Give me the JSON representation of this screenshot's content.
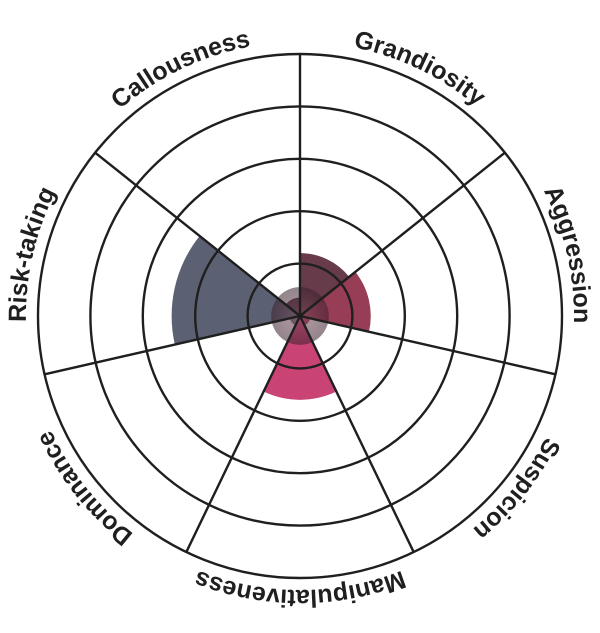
{
  "chart_data": {
    "type": "polar-area",
    "title": "",
    "axes": [
      "Grandiosity",
      "Aggression",
      "Suspicion",
      "Manipulativeness",
      "Dominance",
      "Risk-taking",
      "Callousness"
    ],
    "ring_count": 5,
    "max_level": 5,
    "values": [
      1.2,
      1.35,
      0.2,
      1.6,
      0.2,
      2.45,
      0.35
    ],
    "colors": {
      "Grandiosity": "#5a2a3a",
      "Aggression": "#8e2e48",
      "Suspicion": "#b0305a",
      "Manipulativeness": "#c43468",
      "Dominance": "#6a6f80",
      "Risk-taking": "#4d5466",
      "Callousness": "#4a2b3c"
    },
    "grid": true,
    "legend": "none"
  }
}
